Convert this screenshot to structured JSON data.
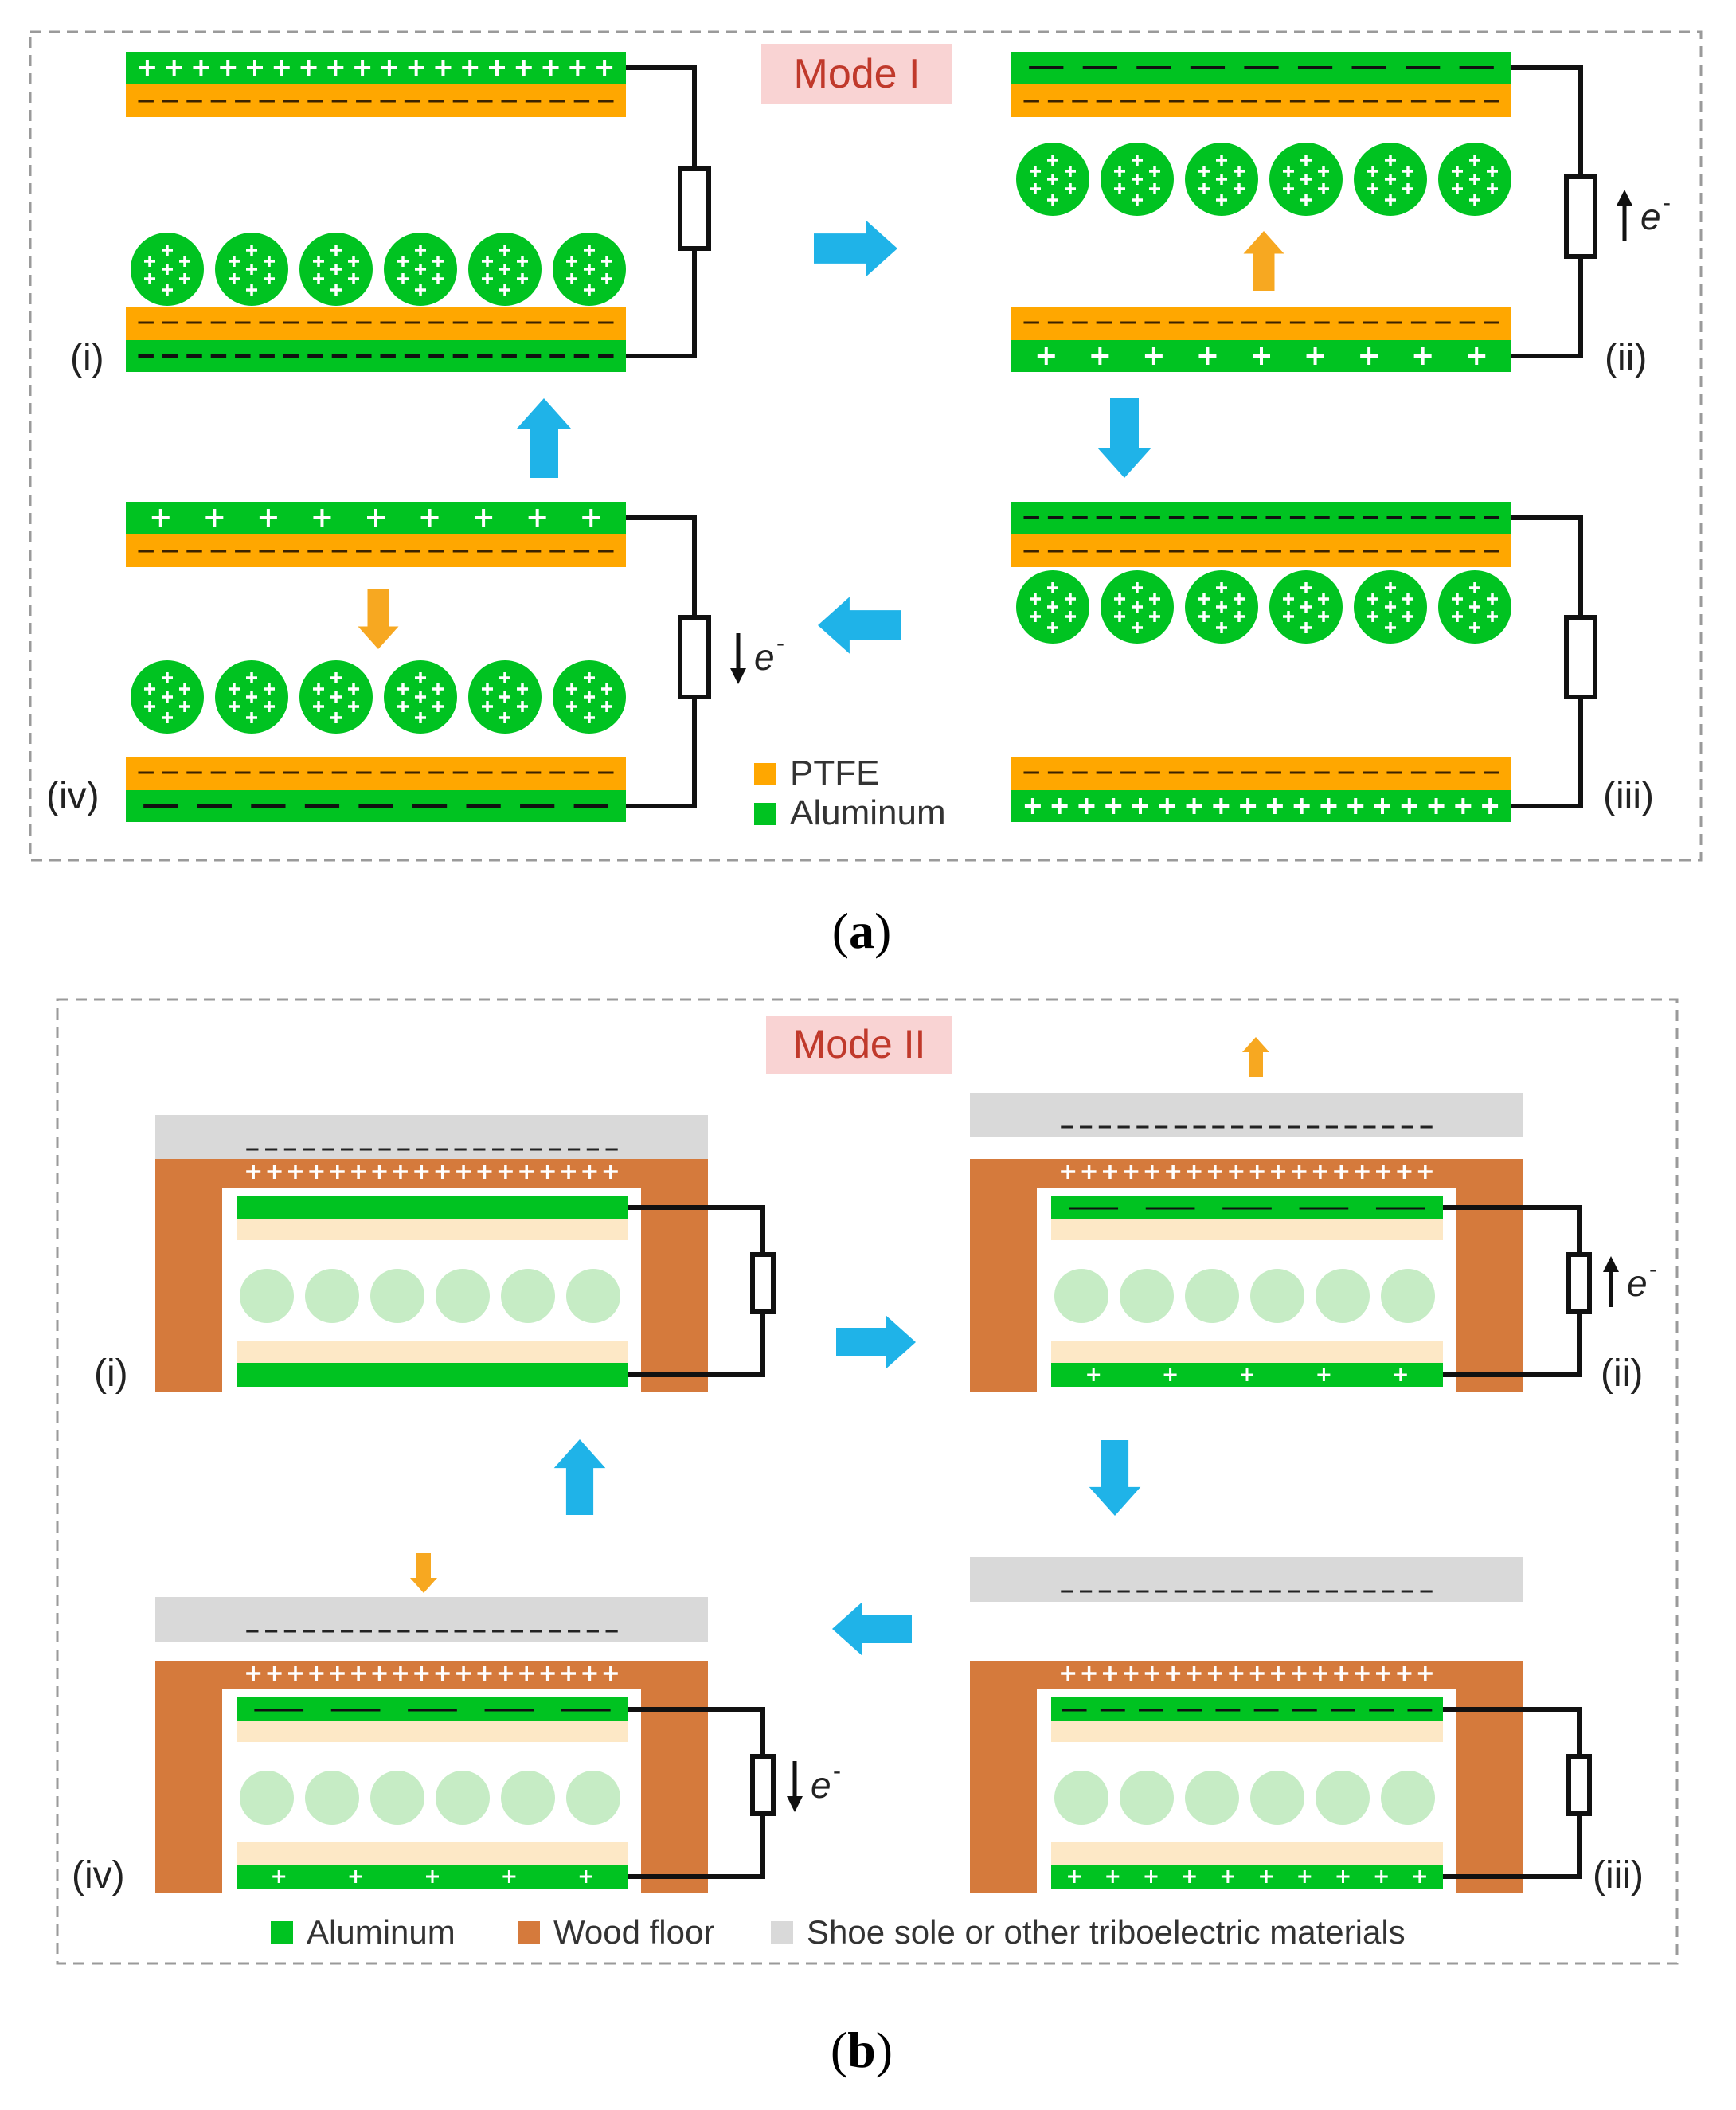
{
  "colors": {
    "aluminum": "#00c321",
    "ptfe": "#ffa700",
    "wood": "#d57a3c",
    "shoe": "#d9d9d9",
    "arrow_blue": "#1fb3e8",
    "arrow_orange": "#f7a821",
    "mode_bg": "#f9d3d3",
    "bead_light": "#c6ecc5",
    "spacer": "#fde8c6"
  },
  "panel_a": {
    "mode_label": "Mode I",
    "caption": "(a)",
    "caption_letter": "a",
    "legend": [
      {
        "label": "PTFE",
        "color": "#ffa700"
      },
      {
        "label": "Aluminum",
        "color": "#00c321"
      }
    ],
    "stages": [
      {
        "label": "(i)",
        "electron_arrow": "none"
      },
      {
        "label": "(ii)",
        "electron_arrow": "up",
        "electron_label": "e"
      },
      {
        "label": "(iii)",
        "electron_arrow": "none"
      },
      {
        "label": "(iv)",
        "electron_arrow": "down",
        "electron_label": "e"
      }
    ]
  },
  "panel_b": {
    "mode_label": "Mode II",
    "caption": "(b)",
    "caption_letter": "b",
    "legend": [
      {
        "label": "Aluminum",
        "color": "#00c321"
      },
      {
        "label": "Wood floor",
        "color": "#d57a3c"
      },
      {
        "label": "Shoe sole or other triboelectric materials",
        "color": "#d9d9d9"
      }
    ],
    "stages": [
      {
        "label": "(i)",
        "electron_arrow": "none"
      },
      {
        "label": "(ii)",
        "electron_arrow": "up",
        "electron_label": "e"
      },
      {
        "label": "(iii)",
        "electron_arrow": "none"
      },
      {
        "label": "(iv)",
        "electron_arrow": "down",
        "electron_label": "e"
      }
    ]
  },
  "symbols": {
    "minus": "−",
    "plus": "+",
    "superscript_minus": "-"
  }
}
